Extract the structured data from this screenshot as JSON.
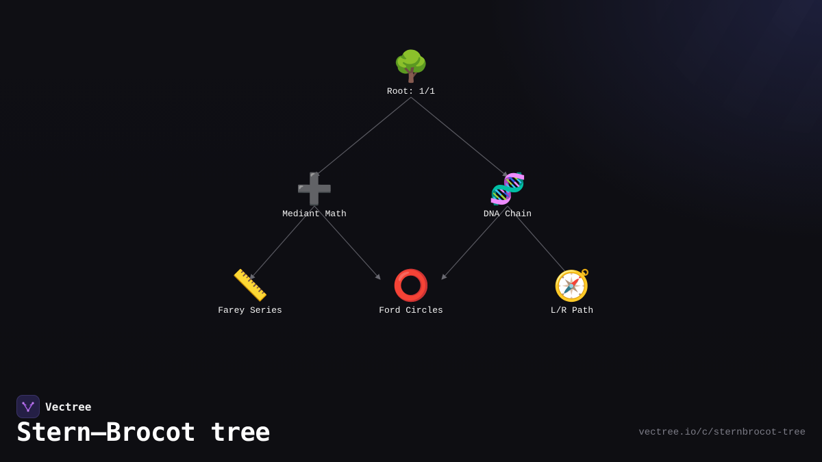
{
  "diagram": {
    "nodes": [
      {
        "id": "root",
        "icon": "🌳",
        "icon_name": "tree-icon",
        "label": "Root: 1/1"
      },
      {
        "id": "mediant",
        "icon": "➕",
        "icon_name": "plus-icon",
        "label": "Mediant Math"
      },
      {
        "id": "dna",
        "icon": "🧬",
        "icon_name": "dna-icon",
        "label": "DNA Chain"
      },
      {
        "id": "farey",
        "icon": "📏",
        "icon_name": "ruler-icon",
        "label": "Farey Series"
      },
      {
        "id": "ford",
        "icon": "⭕",
        "icon_name": "circle-icon",
        "label": "Ford Circles"
      },
      {
        "id": "lr",
        "icon": "🧭",
        "icon_name": "compass-icon",
        "label": "L/R Path"
      }
    ],
    "edges": [
      {
        "from": "root",
        "to": "mediant"
      },
      {
        "from": "root",
        "to": "dna"
      },
      {
        "from": "mediant",
        "to": "farey"
      },
      {
        "from": "mediant",
        "to": "ford"
      },
      {
        "from": "dna",
        "to": "ford"
      },
      {
        "from": "dna",
        "to": "lr"
      }
    ],
    "edge_color": "#5a5a62"
  },
  "brand": {
    "name": "Vectree",
    "logo_icon": "vectree-logo-icon",
    "accent": "#a35ee0"
  },
  "title": "Stern–Brocot tree",
  "url": "vectree.io/c/sternbrocot-tree"
}
